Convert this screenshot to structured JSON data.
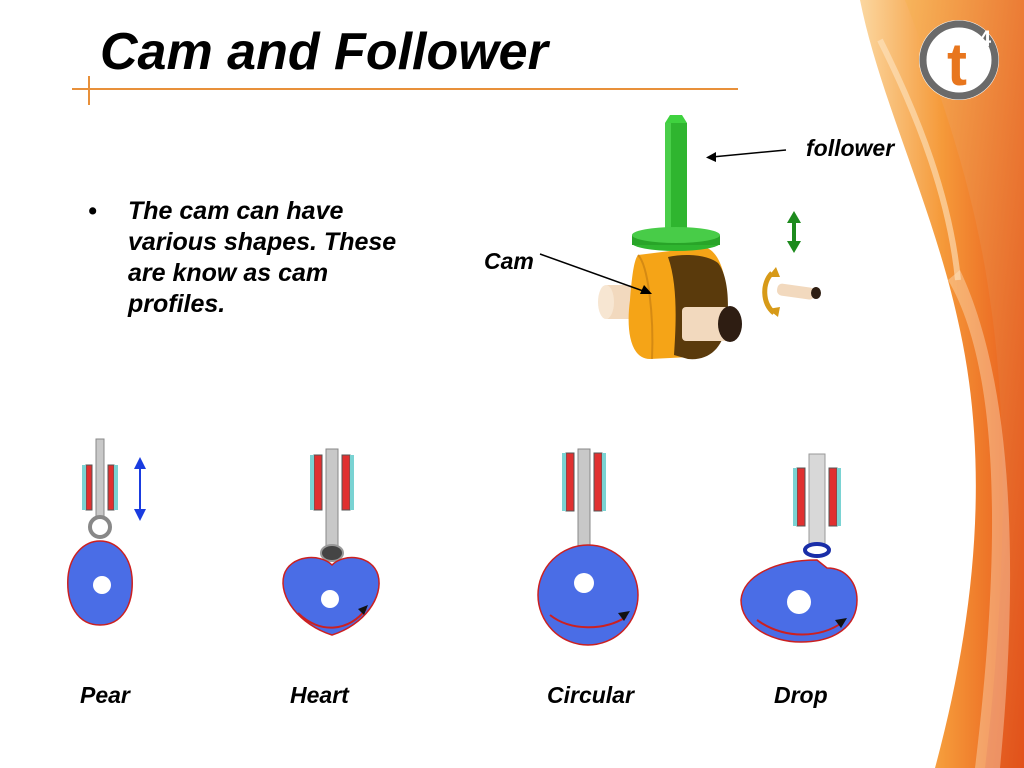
{
  "slide": {
    "title": "Cam and Follower",
    "bullet_symbol": "•",
    "bullet_text": "The cam can have various shapes. These are know as cam profiles.",
    "labels": {
      "follower": "follower",
      "cam": "Cam"
    },
    "logo": {
      "letter": "t",
      "superscript": "4"
    },
    "profiles": [
      {
        "name": "Pear"
      },
      {
        "name": "Heart"
      },
      {
        "name": "Circular"
      },
      {
        "name": "Drop"
      }
    ],
    "colors": {
      "accent_orange": "#e8761e",
      "title_rule": "#e8903a",
      "follower_green": "#2fb52f",
      "cam_orange": "#f5a417",
      "cam_dark": "#5a3a0c",
      "profile_blue": "#4a6de6",
      "profile_red_outline": "#cc2020",
      "motion_arrow_blue": "#1a3ce0",
      "logo_ring": "#6a6a6a"
    }
  }
}
